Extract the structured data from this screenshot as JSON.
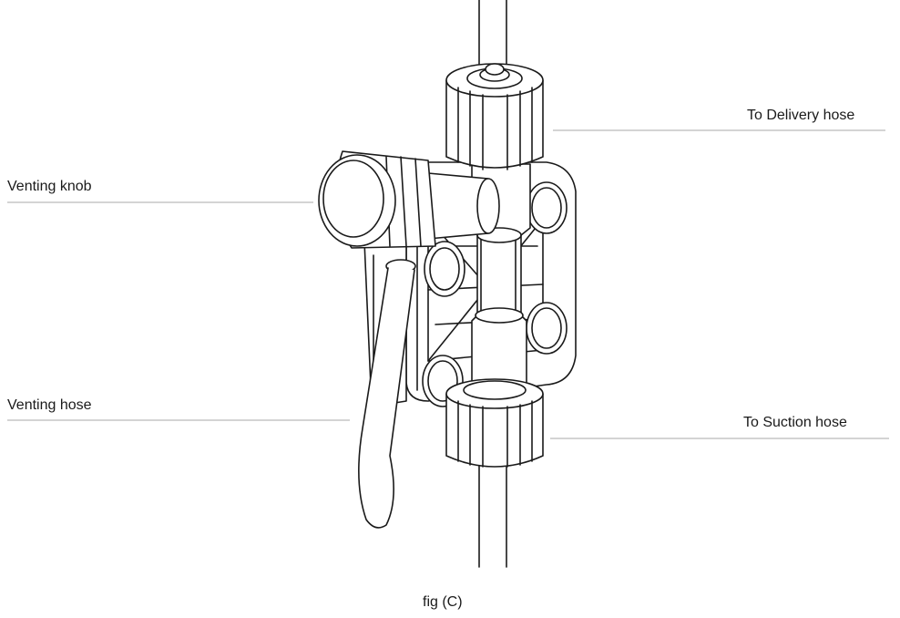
{
  "labels": {
    "delivery": "To Delivery hose",
    "venting_knob": "Venting knob",
    "venting_hose": "Venting hose",
    "suction": "To Suction hose"
  },
  "caption": "fig (C)",
  "colors": {
    "line": "#1a1a1a",
    "leader": "#aaaaaa",
    "background": "#ffffff"
  }
}
